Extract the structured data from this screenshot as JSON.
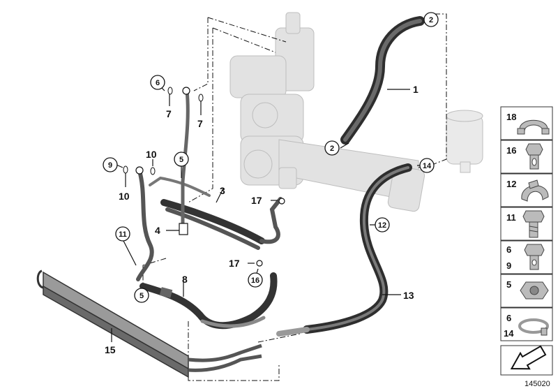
{
  "diagram": {
    "callouts": {
      "c1": "1",
      "c2a": "2",
      "c2b": "2",
      "c3": "3",
      "c4": "4",
      "c5a": "5",
      "c5b": "5",
      "c6": "6",
      "c7a": "7",
      "c7b": "7",
      "c8": "8",
      "c9": "9",
      "c10a": "10",
      "c10b": "10",
      "c11": "11",
      "c12": "12",
      "c13": "13",
      "c14": "14",
      "c15": "15",
      "c16": "16",
      "c17a": "17",
      "c17b": "17"
    },
    "parts_panel": [
      {
        "id": "18",
        "label": "18",
        "icon": "clamp-clip-icon"
      },
      {
        "id": "16",
        "label": "16",
        "icon": "hollow-bolt-icon"
      },
      {
        "id": "12",
        "label": "12",
        "icon": "hose-clip-icon"
      },
      {
        "id": "11",
        "label": "11",
        "icon": "hex-bolt-icon"
      },
      {
        "id": "6_9",
        "label": "6",
        "label2": "9",
        "icon": "banjo-bolt-icon"
      },
      {
        "id": "5",
        "label": "5",
        "icon": "hex-nut-icon"
      },
      {
        "id": "6_14",
        "label": "6",
        "label2": "14",
        "icon": "hose-clamp-icon"
      }
    ],
    "doc_number": "145020"
  },
  "colors": {
    "hose": "#4a4a4a",
    "hose_light": "#8a8a8a",
    "ghost": "#d8d8d8",
    "line": "#111111"
  }
}
